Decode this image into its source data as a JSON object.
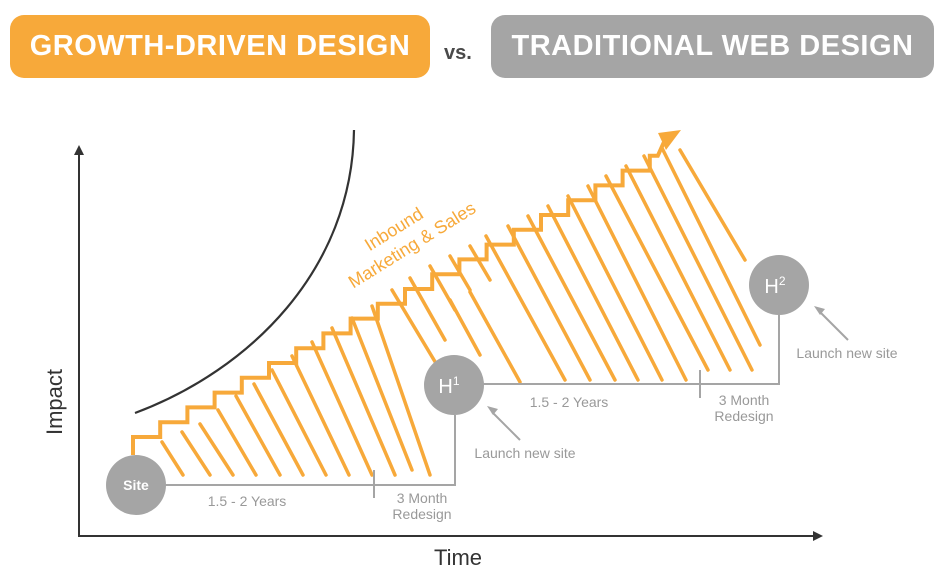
{
  "header": {
    "left_label": "GROWTH-DRIVEN DESIGN",
    "vs_label": "vs.",
    "right_label": "TRADITIONAL WEB DESIGN"
  },
  "axes": {
    "x_label": "Time",
    "y_label": "Impact"
  },
  "curve_label": {
    "line1": "Inbound",
    "line2": "Marketing & Sales"
  },
  "nodes": {
    "site": "Site",
    "h1": {
      "base": "H",
      "sup": "1"
    },
    "h2": {
      "base": "H",
      "sup": "2"
    }
  },
  "durations": {
    "first": "1.5 - 2 Years",
    "second": "1.5 - 2 Years"
  },
  "redesign": {
    "first_line1": "3 Month",
    "first_line2": "Redesign",
    "second_line1": "3 Month",
    "second_line2": "Redesign"
  },
  "launch": {
    "first": "Launch new site",
    "second": "Launch new site"
  },
  "colors": {
    "orange": "#f7a93a",
    "gray": "#a5a5a5",
    "axis": "#333333",
    "light_text": "#999999"
  }
}
